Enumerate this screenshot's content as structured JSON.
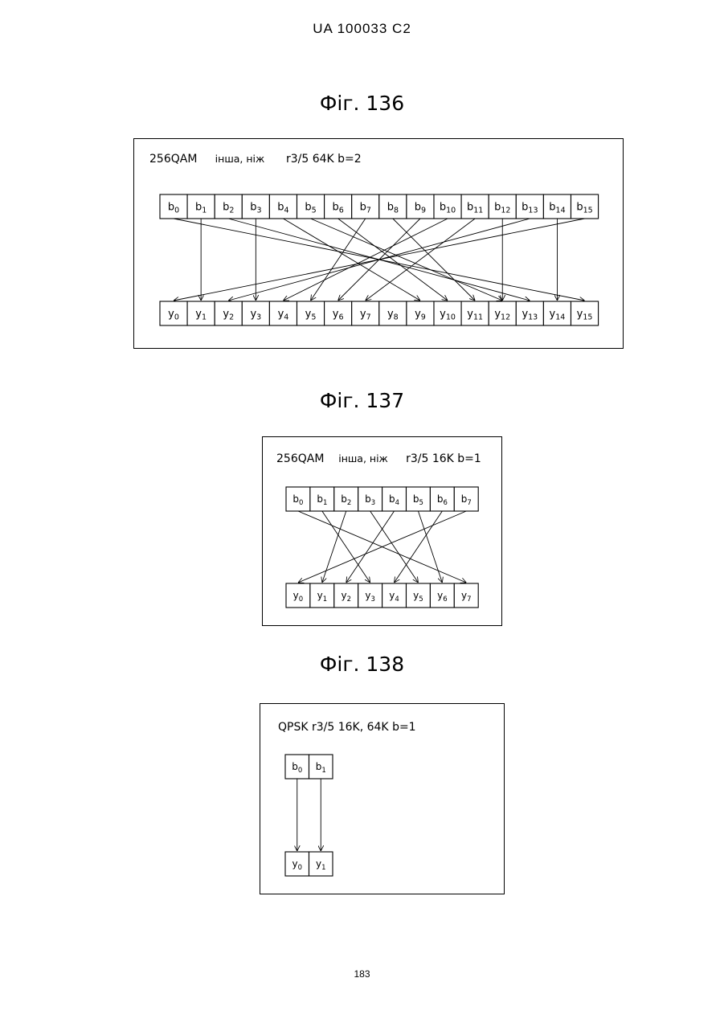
{
  "header": {
    "text": "UA   100033   C2"
  },
  "page_number": "183",
  "figures": [
    {
      "title": "Фіг. 136",
      "label_mod": "256QAM",
      "label_other": "інша, ніж",
      "label_params": "r3/5 64K b=2",
      "top_cells": [
        "b0",
        "b1",
        "b2",
        "b3",
        "b4",
        "b5",
        "b6",
        "b7",
        "b8",
        "b9",
        "b10",
        "b11",
        "b12",
        "b13",
        "b14",
        "b15"
      ],
      "bottom_cells": [
        "y0",
        "y1",
        "y2",
        "y3",
        "y4",
        "y5",
        "y6",
        "y7",
        "y8",
        "y9",
        "y10",
        "y11",
        "y12",
        "y13",
        "y14",
        "y15"
      ],
      "mapping": [
        {
          "from": 0,
          "to": 15
        },
        {
          "from": 1,
          "to": 1
        },
        {
          "from": 2,
          "to": 13
        },
        {
          "from": 3,
          "to": 3
        },
        {
          "from": 4,
          "to": 9
        },
        {
          "from": 5,
          "to": 12
        },
        {
          "from": 6,
          "to": 10
        },
        {
          "from": 7,
          "to": 5
        },
        {
          "from": 8,
          "to": 11
        },
        {
          "from": 9,
          "to": 6
        },
        {
          "from": 10,
          "to": 4
        },
        {
          "from": 11,
          "to": 7
        },
        {
          "from": 12,
          "to": 12
        },
        {
          "from": 13,
          "to": 2
        },
        {
          "from": 14,
          "to": 14
        },
        {
          "from": 15,
          "to": 0
        }
      ]
    },
    {
      "title": "Фіг. 137",
      "label_mod": "256QAM",
      "label_other": "інша, ніж",
      "label_params": "r3/5 16K b=1",
      "top_cells": [
        "b0",
        "b1",
        "b2",
        "b3",
        "b4",
        "b5",
        "b6",
        "b7"
      ],
      "bottom_cells": [
        "y0",
        "y1",
        "y2",
        "y3",
        "y4",
        "y5",
        "y6",
        "y7"
      ],
      "mapping": [
        {
          "from": 0,
          "to": 7
        },
        {
          "from": 1,
          "to": 3
        },
        {
          "from": 2,
          "to": 1
        },
        {
          "from": 3,
          "to": 5
        },
        {
          "from": 4,
          "to": 2
        },
        {
          "from": 5,
          "to": 6
        },
        {
          "from": 6,
          "to": 4
        },
        {
          "from": 7,
          "to": 0
        }
      ]
    },
    {
      "title": "Фіг. 138",
      "label_mod": "QPSK",
      "label_other": "",
      "label_params": "r3/5 16K, 64K b=1",
      "top_cells": [
        "b0",
        "b1"
      ],
      "bottom_cells": [
        "y0",
        "y1"
      ],
      "mapping": [
        {
          "from": 0,
          "to": 0
        },
        {
          "from": 1,
          "to": 1
        }
      ]
    }
  ]
}
